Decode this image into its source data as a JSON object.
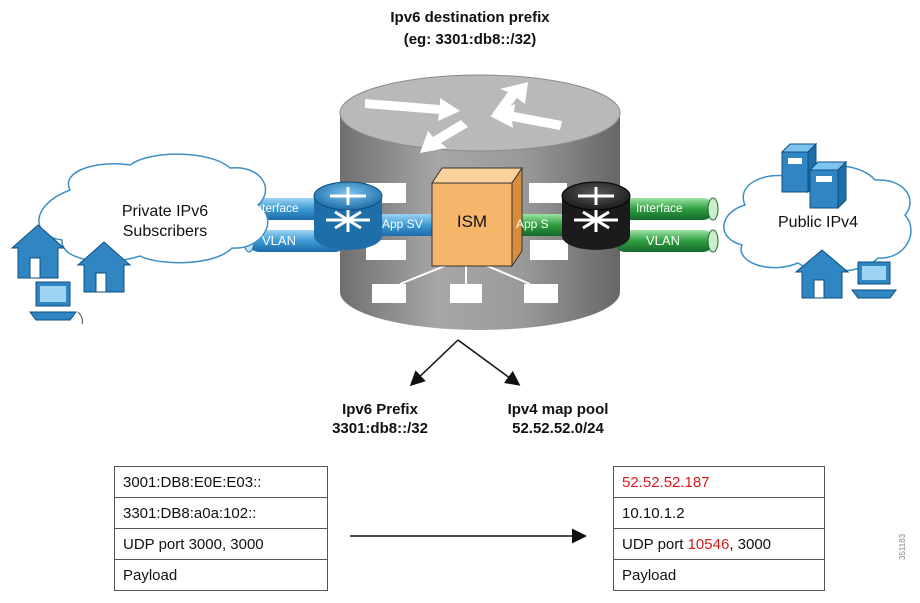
{
  "title": {
    "line1": "Ipv6 destination prefix",
    "line2": "(eg: 3301:db8::/32)"
  },
  "center_box": "ISM",
  "left_cloud": {
    "line1": "Private IPv6",
    "line2": "Subscribers"
  },
  "right_cloud": "Public IPv4",
  "pipes": {
    "left_top": "Interface",
    "left_bottom": "VLAN",
    "left_app": "App SV",
    "right_top": "Interface",
    "right_bottom": "VLAN",
    "right_app": "App S"
  },
  "prefix_label": {
    "line1": "Ipv6 Prefix",
    "line2": "3301:db8::/32"
  },
  "pool_label": {
    "line1": "Ipv4 map pool",
    "line2": "52.52.52.0/24"
  },
  "left_packet": {
    "rows": [
      "3001:DB8:E0E:E03::",
      "3301:DB8:a0a:102::",
      "UDP port 3000, 3000",
      "Payload"
    ]
  },
  "right_packet": {
    "row1": "52.52.52.187",
    "row2": "10.10.1.2",
    "row3_prefix": "UDP port ",
    "row3_port": "10546",
    "row3_suffix": ", 3000",
    "row4": "Payload"
  },
  "figure_id": "351183",
  "colors": {
    "cylinder": "#8a8a8a",
    "ism_box": "#f5b56a",
    "blue_pipe": "#4aa3d8",
    "green_pipe": "#2e9b3c",
    "house": "#2f86c3",
    "highlight_red": "#d8191c"
  }
}
